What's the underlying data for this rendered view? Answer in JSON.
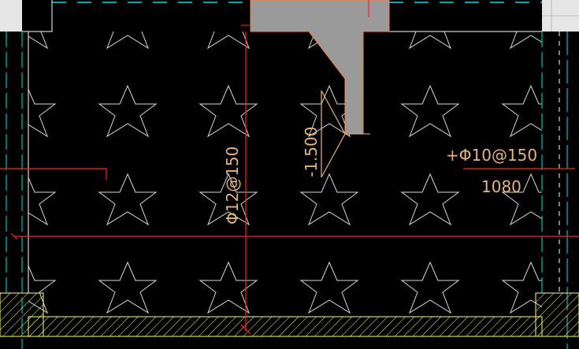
{
  "drawing": {
    "background": "#000000",
    "colors": {
      "hatch_pattern": "#d8d8d8",
      "outline": "#ffffff",
      "rebar_line": "#ff2020",
      "dimension_line": "#ff6040",
      "annotation_text": "#e8b37a",
      "cyan_line": "#00e0e0",
      "concrete_fill": "#9a9a9a",
      "white_corner": "#e6e6e6",
      "soil_hatch": "#ffff66"
    },
    "annotations": {
      "rebar_vertical": "Φ12@150",
      "elevation": "-1.500",
      "rebar_horizontal": "+Φ10@150",
      "dimension": "1080"
    }
  }
}
